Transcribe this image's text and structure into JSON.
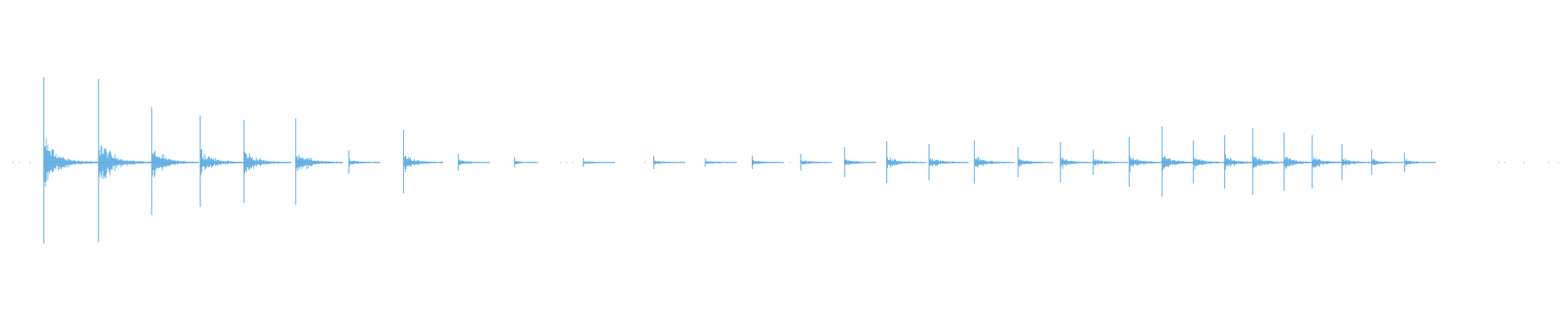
{
  "waveform": {
    "color": "#5aabe2",
    "background": "#ffffff",
    "strike_count": 32,
    "strikes": [
      {
        "at": 0.028,
        "peak": 1.0,
        "decay": 0.035
      },
      {
        "at": 0.063,
        "peak": 0.98,
        "decay": 0.035
      },
      {
        "at": 0.097,
        "peak": 0.65,
        "decay": 0.03
      },
      {
        "at": 0.128,
        "peak": 0.55,
        "decay": 0.03
      },
      {
        "at": 0.156,
        "peak": 0.5,
        "decay": 0.03
      },
      {
        "at": 0.189,
        "peak": 0.52,
        "decay": 0.03
      },
      {
        "at": 0.223,
        "peak": 0.14,
        "decay": 0.02
      },
      {
        "at": 0.258,
        "peak": 0.38,
        "decay": 0.025
      },
      {
        "at": 0.293,
        "peak": 0.1,
        "decay": 0.02
      },
      {
        "at": 0.329,
        "peak": 0.06,
        "decay": 0.015
      },
      {
        "at": 0.373,
        "peak": 0.05,
        "decay": 0.02
      },
      {
        "at": 0.418,
        "peak": 0.08,
        "decay": 0.02
      },
      {
        "at": 0.451,
        "peak": 0.05,
        "decay": 0.02
      },
      {
        "at": 0.481,
        "peak": 0.08,
        "decay": 0.02
      },
      {
        "at": 0.512,
        "peak": 0.1,
        "decay": 0.02
      },
      {
        "at": 0.54,
        "peak": 0.18,
        "decay": 0.02
      },
      {
        "at": 0.567,
        "peak": 0.25,
        "decay": 0.025
      },
      {
        "at": 0.594,
        "peak": 0.22,
        "decay": 0.025
      },
      {
        "at": 0.623,
        "peak": 0.26,
        "decay": 0.025
      },
      {
        "at": 0.651,
        "peak": 0.18,
        "decay": 0.022
      },
      {
        "at": 0.678,
        "peak": 0.24,
        "decay": 0.022
      },
      {
        "at": 0.699,
        "peak": 0.15,
        "decay": 0.022
      },
      {
        "at": 0.722,
        "peak": 0.3,
        "decay": 0.025
      },
      {
        "at": 0.743,
        "peak": 0.42,
        "decay": 0.025
      },
      {
        "at": 0.763,
        "peak": 0.26,
        "decay": 0.022
      },
      {
        "at": 0.783,
        "peak": 0.32,
        "decay": 0.022
      },
      {
        "at": 0.801,
        "peak": 0.4,
        "decay": 0.022
      },
      {
        "at": 0.821,
        "peak": 0.35,
        "decay": 0.022
      },
      {
        "at": 0.839,
        "peak": 0.32,
        "decay": 0.022
      },
      {
        "at": 0.858,
        "peak": 0.22,
        "decay": 0.02
      },
      {
        "at": 0.877,
        "peak": 0.15,
        "decay": 0.02
      },
      {
        "at": 0.898,
        "peak": 0.12,
        "decay": 0.02
      }
    ],
    "dots": [
      0.008,
      0.012,
      0.019,
      0.032,
      0.305,
      0.335,
      0.358,
      0.362,
      0.366,
      0.389,
      0.412,
      0.436,
      0.47,
      0.505,
      0.528,
      0.556,
      0.585,
      0.612,
      0.64,
      0.668,
      0.71,
      0.733,
      0.755,
      0.775,
      0.793,
      0.812,
      0.848,
      0.868,
      0.888,
      0.958,
      0.962,
      0.974,
      0.99,
      0.996
    ]
  }
}
